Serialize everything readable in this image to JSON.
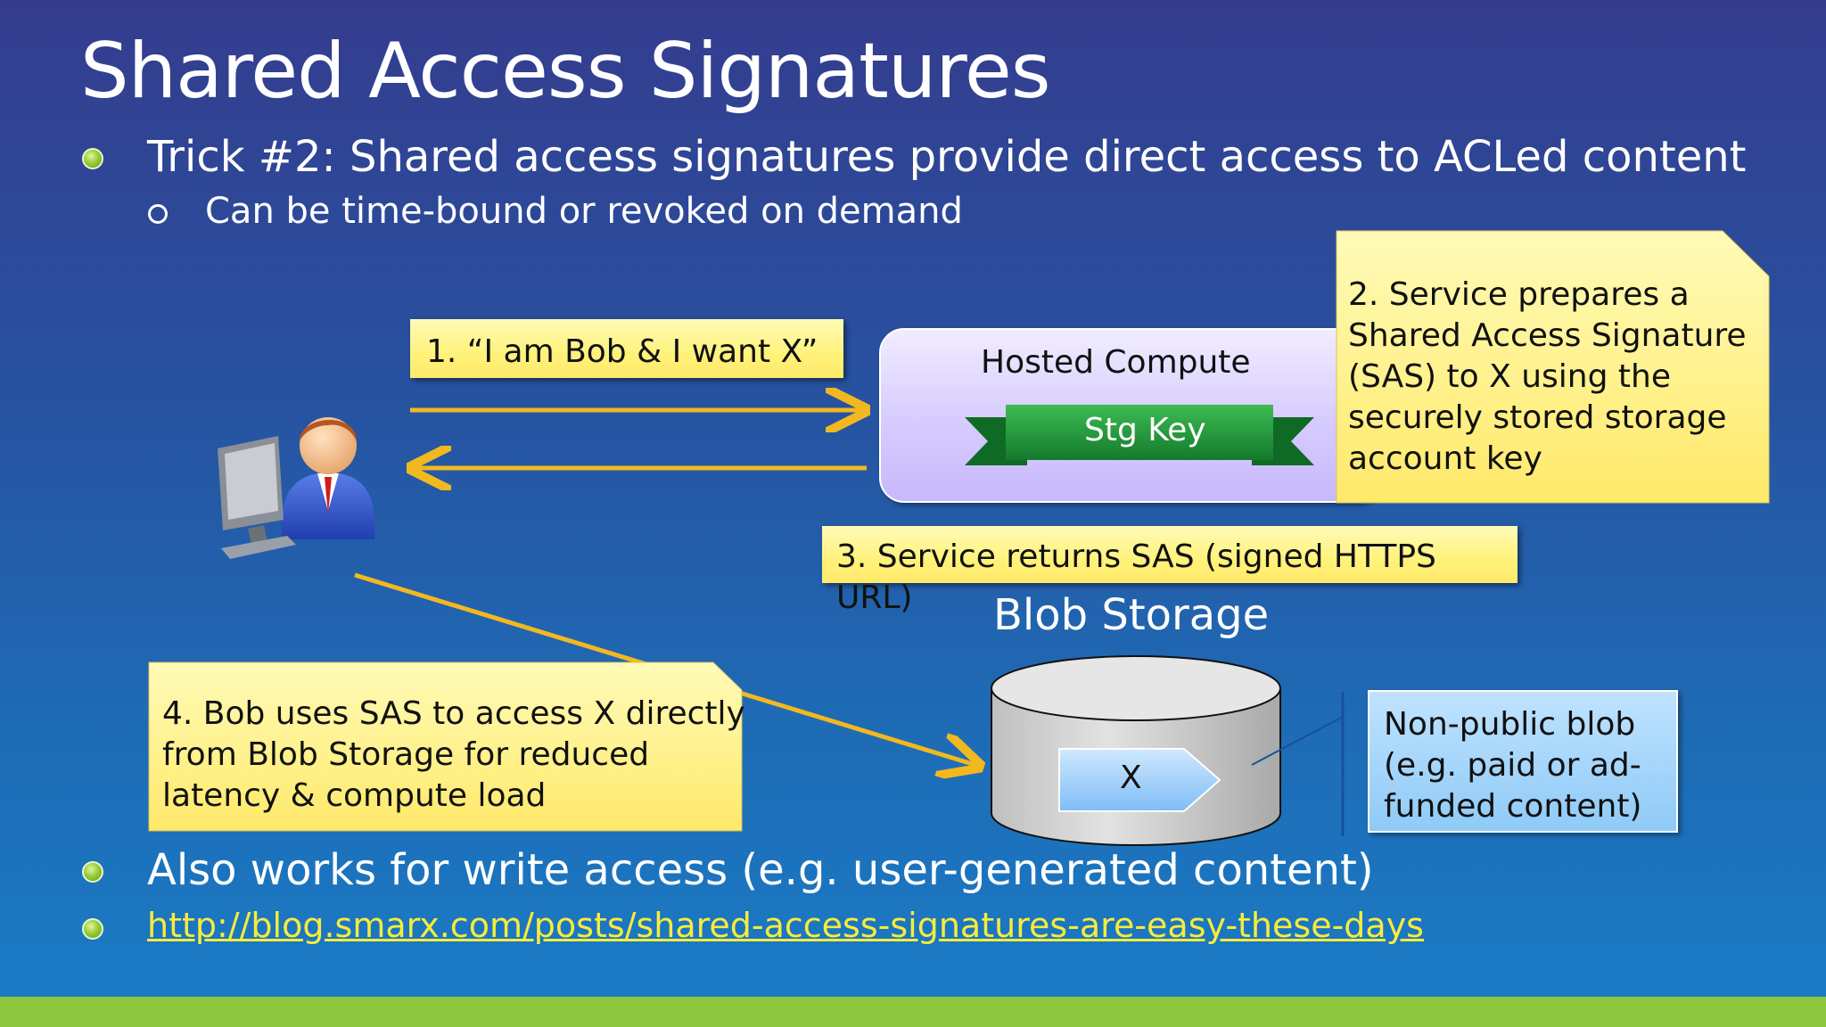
{
  "slide": {
    "title": "Shared Access Signatures",
    "bullets": [
      {
        "text": "Trick #2: Shared access signatures provide direct access to ACLed content",
        "sub": [
          "Can be time-bound or revoked on demand"
        ]
      }
    ],
    "bottom_bullets": [
      "Also works for write access (e.g. user-generated content)"
    ],
    "link": "http://blog.smarx.com/posts/shared-access-signatures-are-easy-these-days"
  },
  "diagram": {
    "step1": "1. “I am Bob & I want X”",
    "step2": "2. Service prepares a\nShared Access Signature\n(SAS) to X using the\nsecurely stored storage\naccount key",
    "step3": "3. Service returns SAS (signed HTTPS URL)",
    "step4": "4. Bob uses SAS to access X directly\nfrom Blob Storage for reduced\nlatency & compute load",
    "compute_label": "Hosted Compute",
    "key_label": "Stg Key",
    "blob_title": "Blob Storage",
    "blob_item": "X",
    "nonpublic": "Non-public blob\n(e.g. paid or ad-\nfunded content)"
  },
  "colors": {
    "background_top": "#353c8e",
    "background_bottom": "#1a7cc6",
    "note_yellow": "#fff27a",
    "arrow_orange": "#f2b81f",
    "ribbon_green": "#1f9a3a",
    "footer_green": "#8cc63f",
    "link_yellow": "#f7ec3a"
  },
  "icons": [
    "user-at-computer-icon",
    "bullet-dot-icon",
    "sub-bullet-circle-icon"
  ]
}
